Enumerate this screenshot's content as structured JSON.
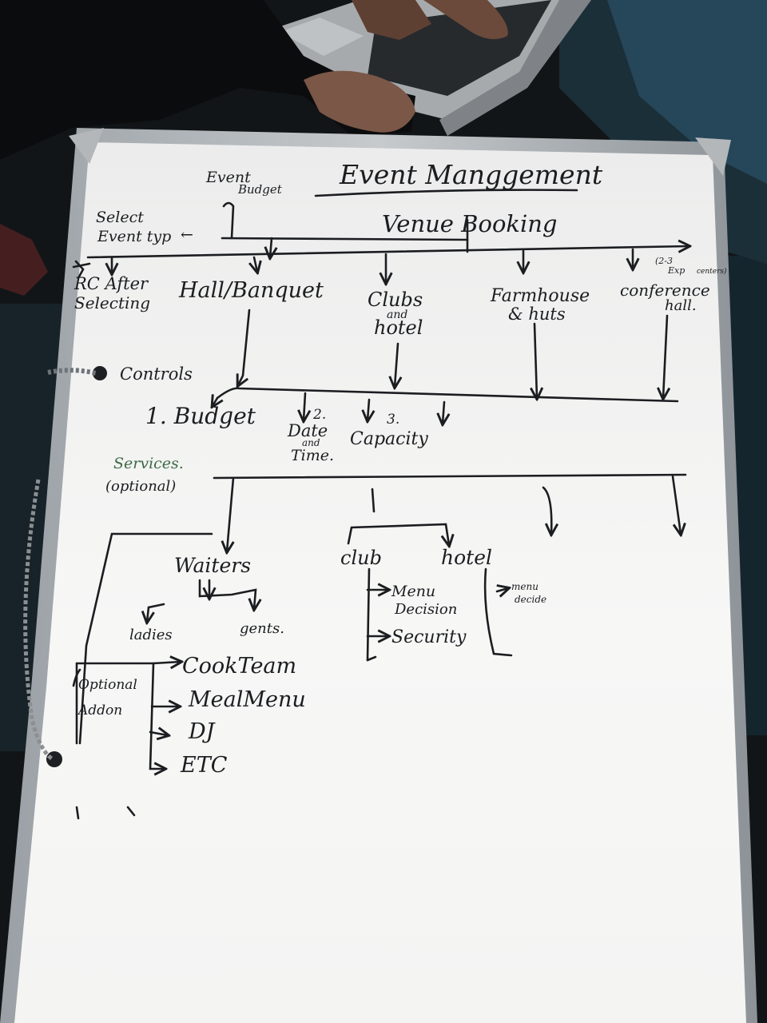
{
  "board": {
    "title": "Event Manggement",
    "venue_heading": "Venue Booking",
    "top_left": {
      "event_budget": [
        "Event",
        "Budget"
      ],
      "select_event_type": [
        "Select",
        "Event typ"
      ]
    },
    "venues": [
      {
        "id": "rc",
        "lines": [
          "RC After",
          "Selecting"
        ]
      },
      {
        "id": "hall",
        "lines": [
          "Hall/Banquet"
        ]
      },
      {
        "id": "clubs",
        "lines": [
          "Clubs",
          "and",
          "hotel"
        ]
      },
      {
        "id": "farmhouse",
        "lines": [
          "Farmhouse",
          "& huts"
        ]
      },
      {
        "id": "conference",
        "lines": [
          "conference",
          "hall."
        ]
      }
    ],
    "exp_note": [
      "(2-3",
      "Exp",
      "centers)"
    ],
    "controls_label": "Controls",
    "filters": [
      {
        "id": "budget",
        "lines": [
          "1. Budget"
        ]
      },
      {
        "id": "date",
        "lines": [
          "2.",
          "Date",
          "and",
          "Time."
        ]
      },
      {
        "id": "capacity",
        "lines": [
          "3.",
          "Capacity"
        ]
      }
    ],
    "services": [
      "Services.",
      "(optional)"
    ],
    "waiters": {
      "label": "Waiters",
      "children": [
        "ladies",
        "gents."
      ]
    },
    "club": {
      "label": "club",
      "children": [
        "Menu",
        "Decision",
        "Security"
      ]
    },
    "hotel": {
      "label": "hotel",
      "children": [
        "menu",
        "decide"
      ]
    },
    "optional": {
      "labels": [
        "Optional",
        "Addon"
      ],
      "items": [
        "CookTeam",
        "MealMenu",
        "DJ",
        "ETC"
      ]
    }
  }
}
